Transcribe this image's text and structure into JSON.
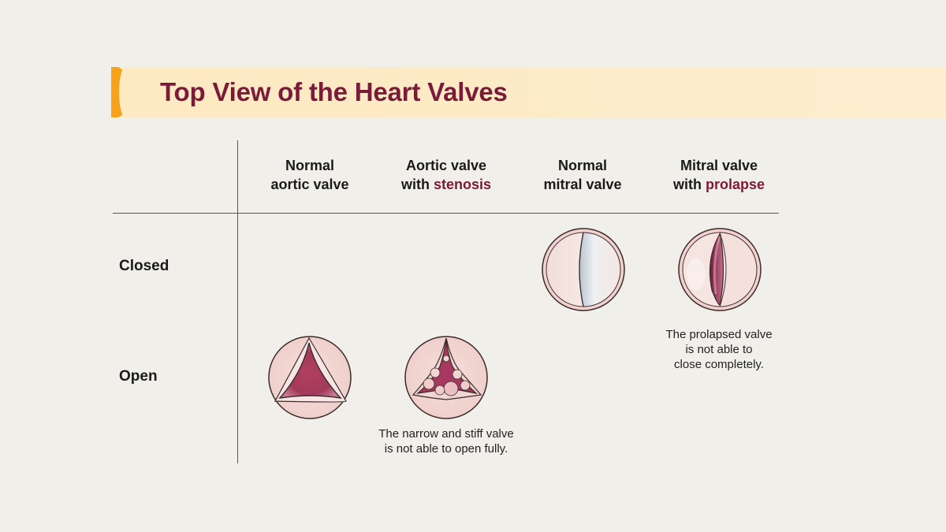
{
  "title": "Top View of the Heart Valves",
  "columns": [
    {
      "line1": "Normal",
      "line2": "aortic valve",
      "highlight": ""
    },
    {
      "line1": "Aortic valve",
      "line2": "with ",
      "highlight": "stenosis"
    },
    {
      "line1": "Normal",
      "line2": "mitral valve",
      "highlight": ""
    },
    {
      "line1": "Mitral valve",
      "line2": "with ",
      "highlight": "prolapse"
    }
  ],
  "rows": [
    "Closed",
    "Open"
  ],
  "captions": {
    "prolapse": [
      "The prolapsed valve",
      "is not able to",
      "close completely."
    ],
    "stenosis": [
      "The narrow and stiff valve",
      "is not able to open fully."
    ]
  },
  "colors": {
    "title": "#7c1a3a",
    "accent": "#f7a21a",
    "banner": "#fde9c2",
    "valve_ring": "#f3d9d6",
    "valve_inner": "#a8385f"
  }
}
